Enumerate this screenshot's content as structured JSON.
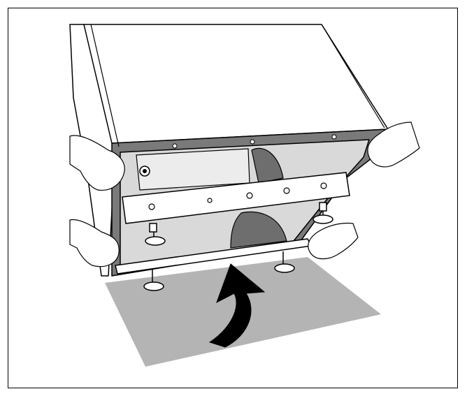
{
  "figure": {
    "subject": "appliance-tilted-back-showing-underside",
    "colors": {
      "line": "#000000",
      "floor": "#b4b4b4",
      "shadow": "#7a7a7a",
      "panel": "#d9d9d9",
      "arrow": "#000000",
      "bag": "#6e6e6e",
      "white": "#ffffff"
    },
    "feet_count": 4,
    "hands_count": 4
  }
}
